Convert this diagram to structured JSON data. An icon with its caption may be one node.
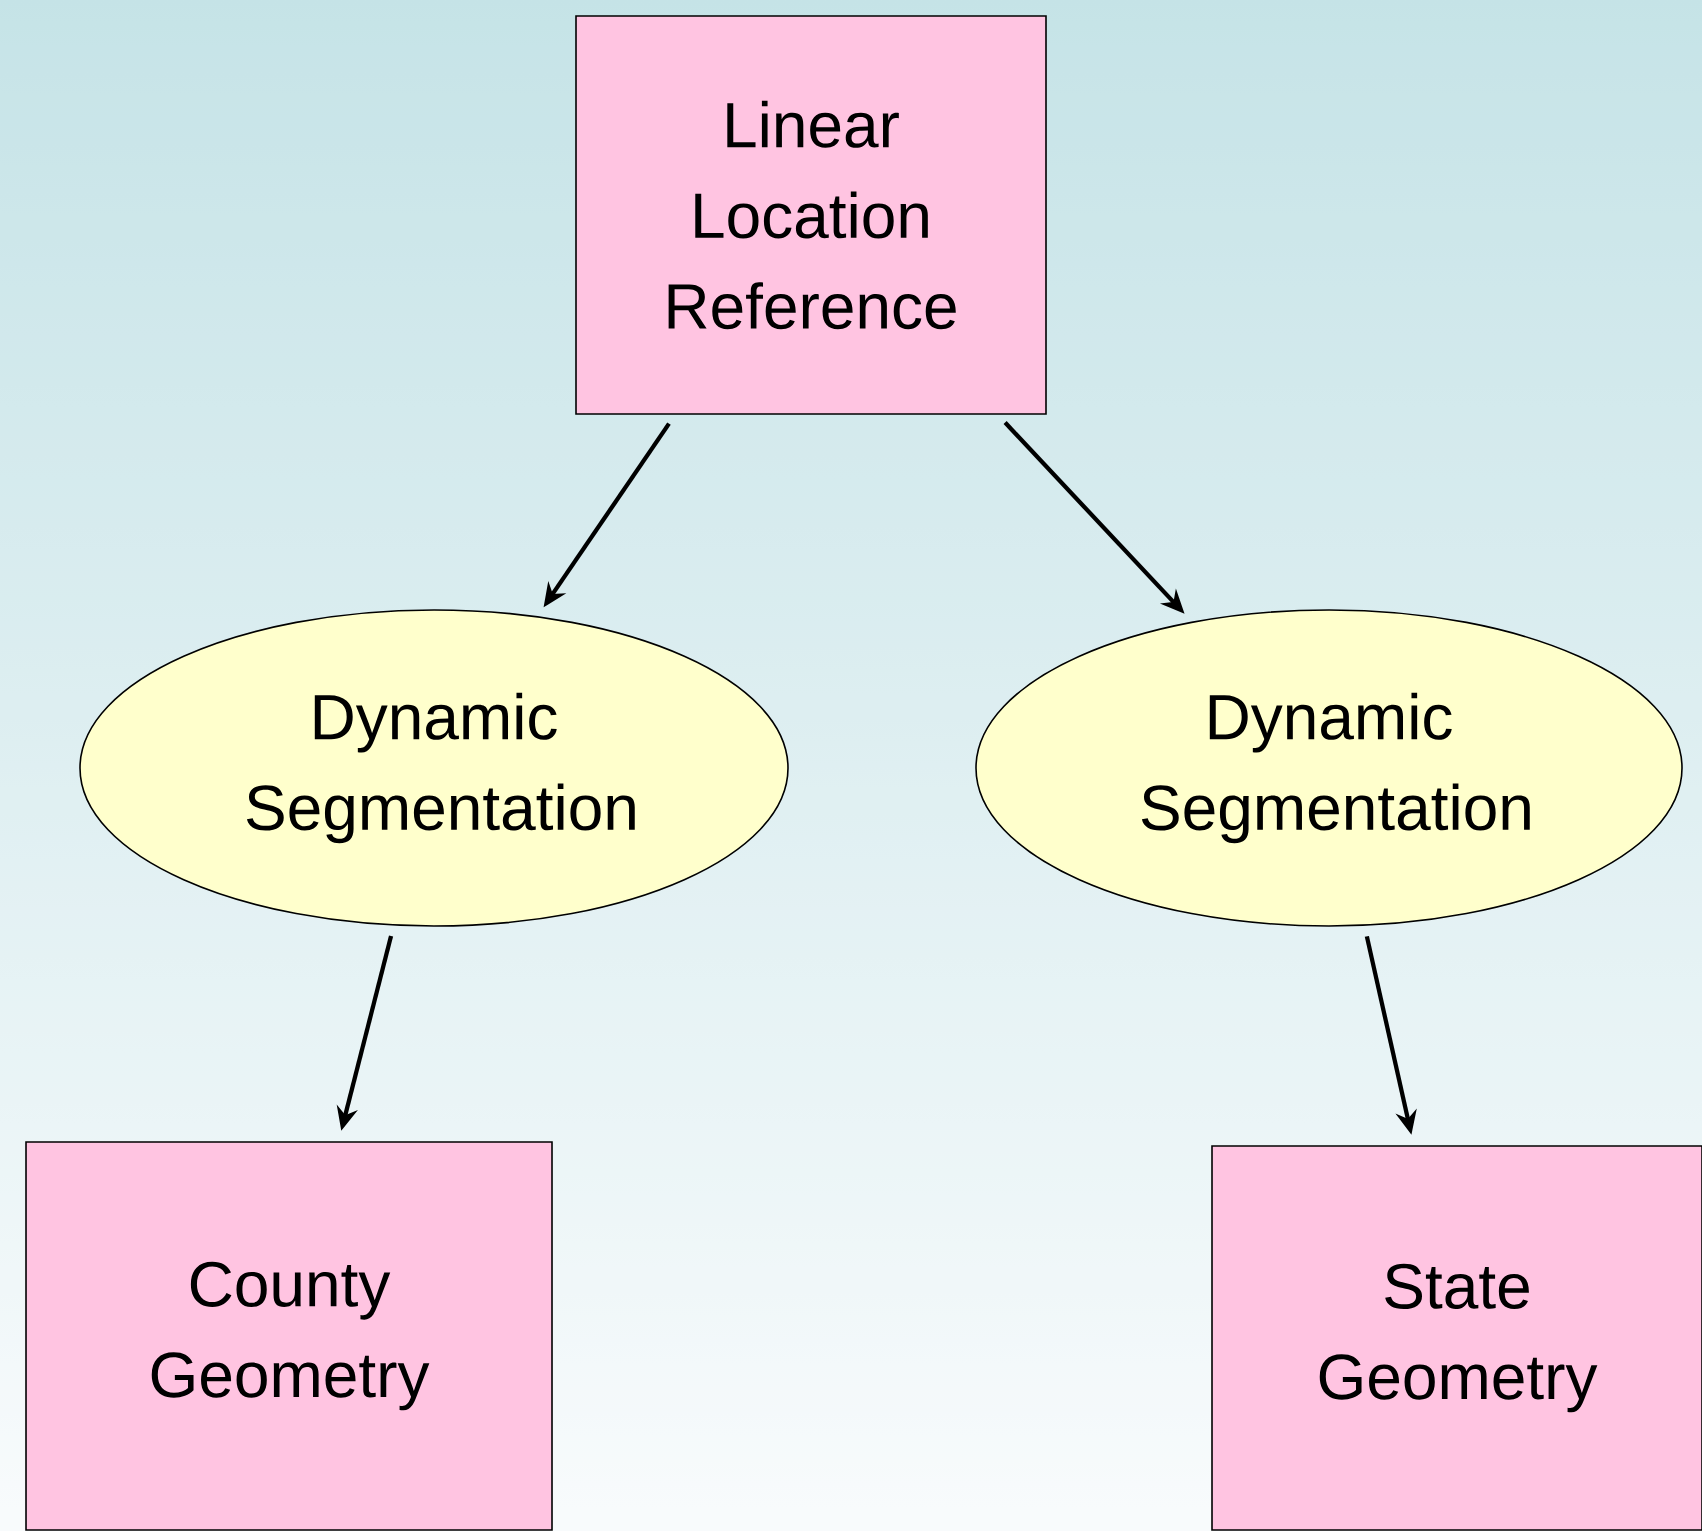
{
  "diagram": {
    "nodes": [
      {
        "text": [
          "Linear Location Reference"
        ]
      },
      {
        "text": [
          "Dynamic Segmentation"
        ]
      },
      {
        "text": [
          "Dynamic Segmentation"
        ]
      },
      {
        "text": [
          "County Geometry"
        ]
      },
      {
        "text": [
          "State Geometry"
        ]
      }
    ],
    "edges": [
      {
        "from": 0,
        "to": 1,
        "arrow": "to"
      },
      {
        "from": 0,
        "to": 2,
        "arrow": "to"
      },
      {
        "from": 1,
        "to": 3,
        "arrow": "to"
      },
      {
        "from": 2,
        "to": 4,
        "arrow": "to"
      }
    ]
  }
}
